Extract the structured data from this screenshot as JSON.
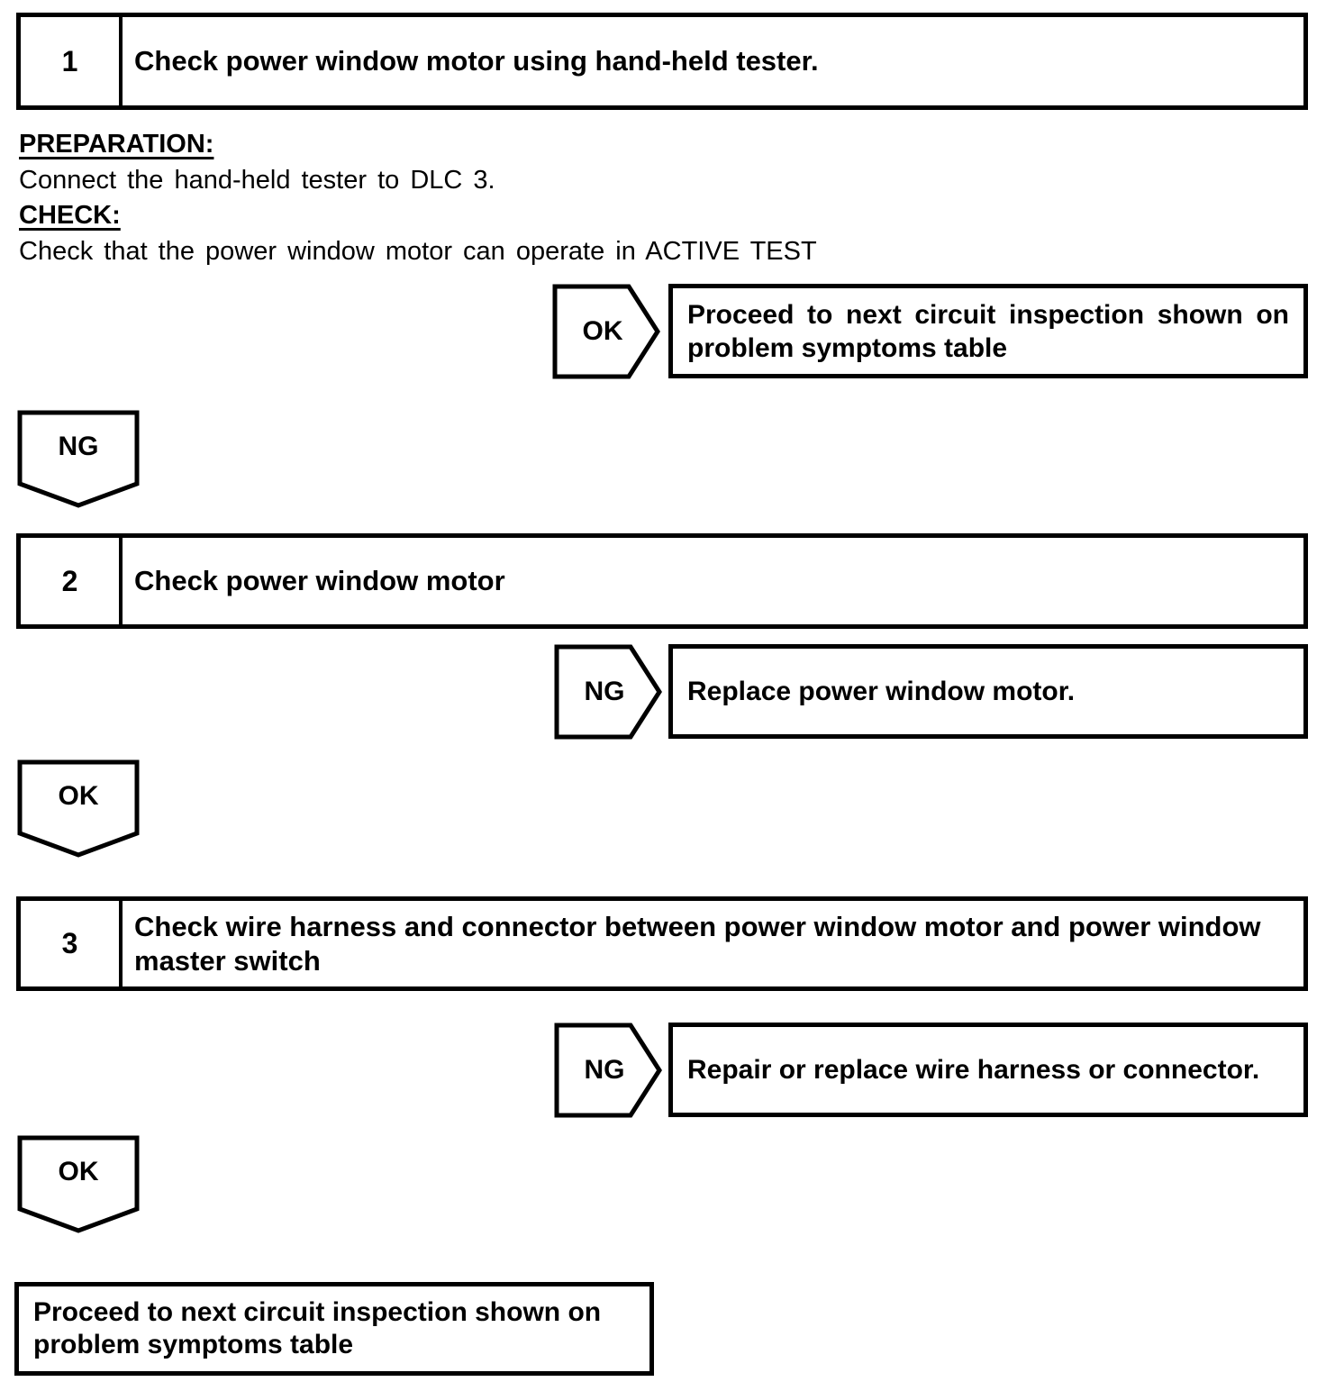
{
  "colors": {
    "ink": "#000000",
    "paper": "#ffffff"
  },
  "steps": [
    {
      "number": "1",
      "title": "Check power window motor using hand-held tester."
    },
    {
      "number": "2",
      "title": "Check power window motor"
    },
    {
      "number": "3",
      "title": "Check wire harness and connector between power window motor and power window master switch"
    }
  ],
  "step1_details": {
    "preparation_label": "PREPARATION:",
    "preparation_text": "Connect the hand-held tester to DLC 3.",
    "check_label": "CHECK:",
    "check_text": "Check that the power window motor can operate in ACTIVE TEST"
  },
  "branches": [
    {
      "label": "OK",
      "result": "Proceed to next circuit inspection shown on problem symptoms table"
    },
    {
      "label": "NG",
      "result": "Replace power window motor."
    },
    {
      "label": "NG",
      "result": "Repair or replace wire harness or connector."
    }
  ],
  "connectors": [
    {
      "label": "NG"
    },
    {
      "label": "OK"
    },
    {
      "label": "OK"
    }
  ],
  "final_box": {
    "text": "Proceed to next circuit inspection shown on problem symptoms table"
  }
}
